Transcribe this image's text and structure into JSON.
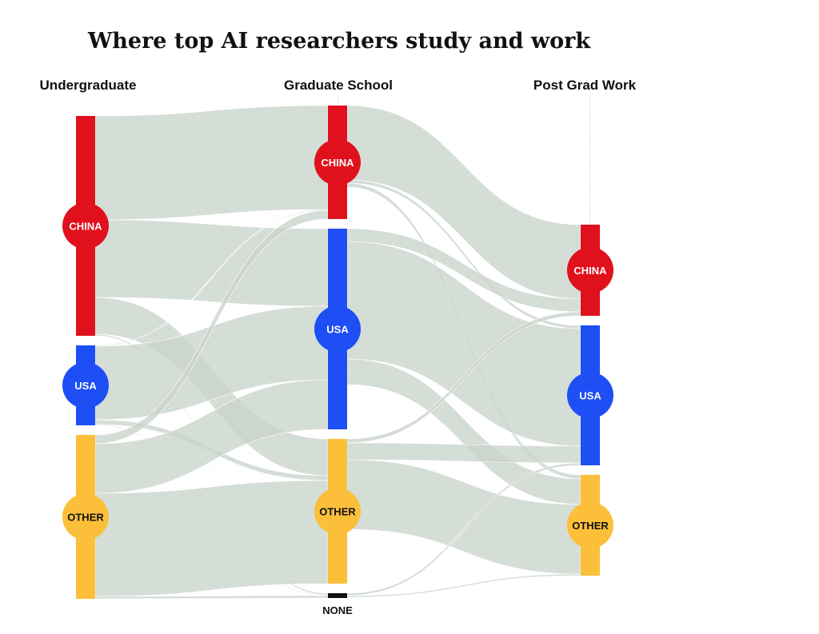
{
  "colors": {
    "china": "#e0111d",
    "usa": "#1e4ff5",
    "other": "#fbbf3a",
    "none": "#111111",
    "flow": "#c9d3cc"
  },
  "chart_data": {
    "type": "sankey",
    "title": "Where top AI researchers study and work",
    "stages": [
      "Undergraduate",
      "Graduate School",
      "Post Grad Work"
    ],
    "nodes": [
      {
        "id": "ug_china",
        "stage": 0,
        "label": "CHINA",
        "category": "china",
        "value": 0.275
      },
      {
        "id": "ug_usa",
        "stage": 0,
        "label": "USA",
        "category": "usa",
        "value": 0.1
      },
      {
        "id": "ug_other",
        "stage": 0,
        "label": "OTHER",
        "category": "other",
        "value": 0.205
      },
      {
        "id": "gs_china",
        "stage": 1,
        "label": "CHINA",
        "category": "china",
        "value": 0.142
      },
      {
        "id": "gs_usa",
        "stage": 1,
        "label": "USA",
        "category": "usa",
        "value": 0.251
      },
      {
        "id": "gs_other",
        "stage": 1,
        "label": "OTHER",
        "category": "other",
        "value": 0.181
      },
      {
        "id": "gs_none",
        "stage": 1,
        "label": "NONE",
        "category": "none",
        "value": 0.006
      },
      {
        "id": "pw_china",
        "stage": 2,
        "label": "CHINA",
        "category": "china",
        "value": 0.114
      },
      {
        "id": "pw_usa",
        "stage": 2,
        "label": "USA",
        "category": "usa",
        "value": 0.175
      },
      {
        "id": "pw_other",
        "stage": 2,
        "label": "OTHER",
        "category": "other",
        "value": 0.126
      }
    ],
    "links": [
      {
        "source": "ug_china",
        "target": "gs_china",
        "value": 0.13
      },
      {
        "source": "ug_china",
        "target": "gs_usa",
        "value": 0.097
      },
      {
        "source": "ug_china",
        "target": "gs_other",
        "value": 0.046
      },
      {
        "source": "ug_china",
        "target": "gs_none",
        "value": 0.002
      },
      {
        "source": "ug_usa",
        "target": "gs_china",
        "value": 0.001
      },
      {
        "source": "ug_usa",
        "target": "gs_usa",
        "value": 0.092
      },
      {
        "source": "ug_usa",
        "target": "gs_other",
        "value": 0.006
      },
      {
        "source": "ug_usa",
        "target": "gs_none",
        "value": 0.001
      },
      {
        "source": "ug_other",
        "target": "gs_china",
        "value": 0.011
      },
      {
        "source": "ug_other",
        "target": "gs_usa",
        "value": 0.062
      },
      {
        "source": "ug_other",
        "target": "gs_other",
        "value": 0.129
      },
      {
        "source": "ug_other",
        "target": "gs_none",
        "value": 0.003
      },
      {
        "source": "gs_china",
        "target": "pw_china",
        "value": 0.093
      },
      {
        "source": "gs_china",
        "target": "pw_usa",
        "value": 0.004
      },
      {
        "source": "gs_china",
        "target": "pw_other",
        "value": 0.005
      },
      {
        "source": "gs_usa",
        "target": "pw_china",
        "value": 0.016
      },
      {
        "source": "gs_usa",
        "target": "pw_usa",
        "value": 0.147
      },
      {
        "source": "gs_usa",
        "target": "pw_other",
        "value": 0.032
      },
      {
        "source": "gs_other",
        "target": "pw_china",
        "value": 0.005
      },
      {
        "source": "gs_other",
        "target": "pw_usa",
        "value": 0.021
      },
      {
        "source": "gs_other",
        "target": "pw_other",
        "value": 0.087
      },
      {
        "source": "gs_none",
        "target": "pw_china",
        "value": 0.0
      },
      {
        "source": "gs_none",
        "target": "pw_usa",
        "value": 0.003
      },
      {
        "source": "gs_none",
        "target": "pw_other",
        "value": 0.002
      }
    ]
  }
}
